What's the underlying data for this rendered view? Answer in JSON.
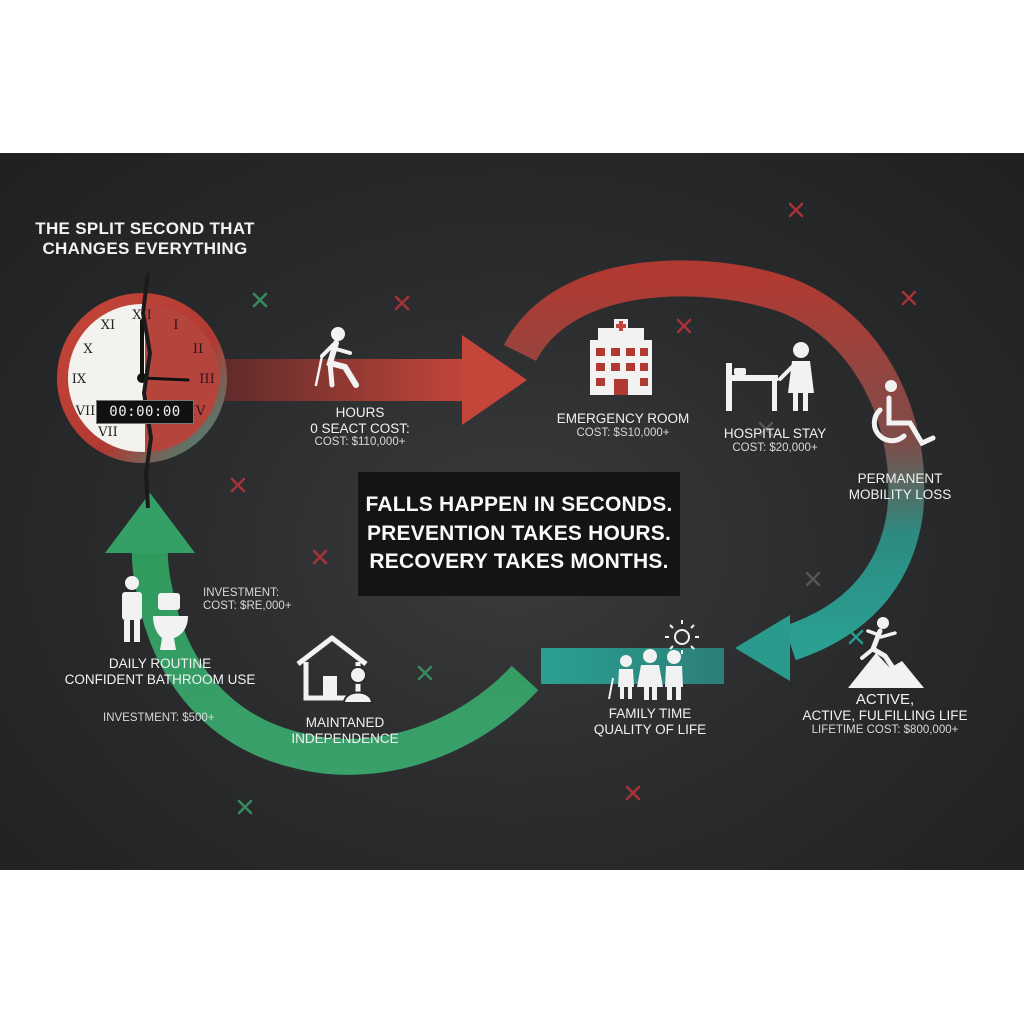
{
  "title": {
    "line1": "THE SPLIT SECOND THAT",
    "line2": "CHANGES EVERYTHING"
  },
  "timer": "00:00:00",
  "center_message": {
    "line1": "FALLS HAPPEN IN SECONDS.",
    "line2": "PREVENTION TAKES HOURS.",
    "line3": "RECOVERY TAKES MONTHS."
  },
  "stages": {
    "hours": {
      "label": "HOURS",
      "sublabel": "0 SEACT COST:",
      "cost": "COST: $110,000+"
    },
    "emergency_room": {
      "label": "EMERGENCY ROOM",
      "cost": "COST: $S10,000+"
    },
    "hospital_stay": {
      "label": "HOSPITAL STAY",
      "cost": "COST: $20,000+"
    },
    "permanent_loss": {
      "line1": "PERMANENT",
      "line2": "MOBILITY LOSS"
    },
    "active_life": {
      "line1": "ACTIVE,",
      "line2": "ACTIVE, FULFILLING LIFE",
      "cost": "LIFETIME COST: $800,000+"
    },
    "family_time": {
      "line1": "FAMILY TIME",
      "line2": "QUALITY OF LIFE"
    },
    "independence": {
      "line1": "MAINTANED",
      "line2": "INDEPENDENCE"
    },
    "daily_routine": {
      "line1": "DAILY ROUTINE",
      "line2": "CONFIDENT BATHROOM USE",
      "investment": "INVESTMENT: $500+"
    },
    "upper_investment": {
      "line1": "INVESTMENT:",
      "line2": "COST: $RE,000+"
    }
  },
  "colors": {
    "red": "#b03a32",
    "teal": "#2a9a8c",
    "green": "#3a9a62",
    "background": "#2b2c2e",
    "text": "#f2f2f2"
  },
  "icons": [
    "clock-icon",
    "falling-person-icon",
    "hospital-icon",
    "hospital-bed-icon",
    "wheelchair-icon",
    "running-person-icon",
    "family-icon",
    "sun-icon",
    "house-icon",
    "person-icon",
    "toilet-icon"
  ]
}
